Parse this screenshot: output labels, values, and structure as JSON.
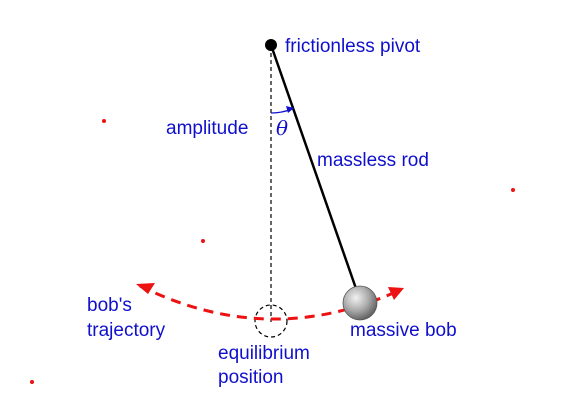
{
  "labels": {
    "pivot": "frictionless pivot",
    "amplitude": "amplitude",
    "theta": "θ",
    "rod": "massless rod",
    "trajectory_line1": "bob's",
    "trajectory_line2": "trajectory",
    "equilibrium_line1": "equilibrium",
    "equilibrium_line2": "position",
    "bob": "massive bob"
  },
  "colors": {
    "text": "#1010cc",
    "trajectory": "#ee1111",
    "rod": "#000000",
    "bob_light": "#f2f2f2",
    "bob_dark": "#6e6e6e"
  }
}
